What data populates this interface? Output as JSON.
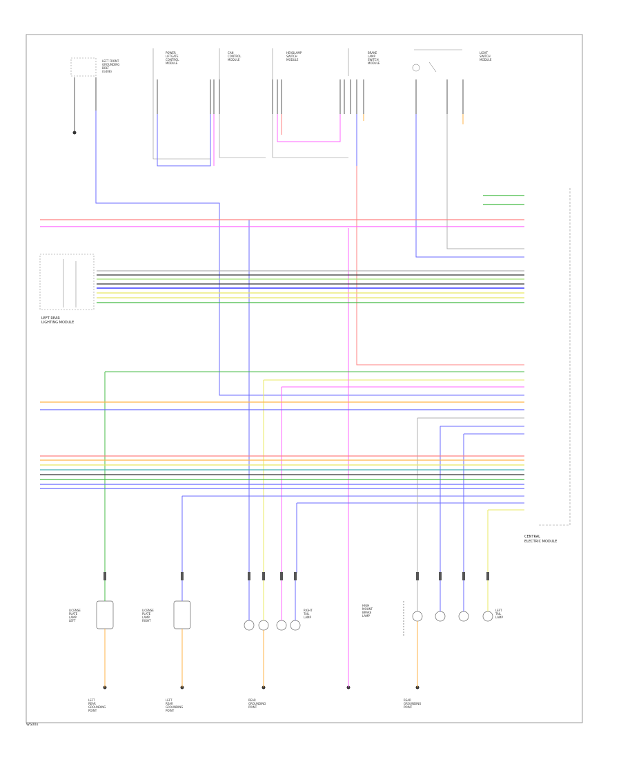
{
  "footer_code": "WS00x",
  "components_top": [
    {
      "id": "lbcm",
      "label": "LEFT FRONT\nGROUNDING\nBOLT\n(G408)"
    },
    {
      "id": "cm1",
      "label": "POWER\nLIFTGATE\nCONTROL\nMODULE"
    },
    {
      "id": "cm2",
      "label": "CAN\nCONTROL\nMODULE"
    },
    {
      "id": "cm3",
      "label": "HEADLAMP\nSWITCH\nMODULE"
    },
    {
      "id": "cm4",
      "label": "BRAKE\nLAMP\nSWITCH\nMODULE"
    },
    {
      "id": "sw1",
      "label": "LIGHT\nSWITCH\nMODULE"
    }
  ],
  "ground_labels": [
    {
      "id": "g1",
      "label": "LEFT\nREAR\nGROUNDING\nPOINT"
    },
    {
      "id": "g2",
      "label": "LEFT\nREAR\nGROUNDING\nPOINT"
    },
    {
      "id": "g3",
      "label": "REAR\nGROUNDING\nPOINT"
    },
    {
      "id": "g4",
      "label": "REAR\nGROUNDING\nPOINT"
    }
  ],
  "lamp_labels": [
    {
      "id": "l1",
      "label": "LICENSE\nPLATE\nLAMP\nLEFT"
    },
    {
      "id": "l2",
      "label": "LICENSE\nPLATE\nLAMP\nRIGHT"
    },
    {
      "id": "l3",
      "label": "RIGHT\nTAIL\nLAMP"
    },
    {
      "id": "l4",
      "label": "HIGH\nMOUNT\nBRAKE\nLAMP"
    },
    {
      "id": "l5",
      "label": "LEFT\nTAIL\nLAMP"
    }
  ],
  "module_left_label": "LEFT\nREAR\nLIGHTING\nMODULE",
  "module_right_label": "CENTRAL\nELECTRIC\nMODULE",
  "colors": {
    "red": "#ff8080",
    "pink": "#ff66ff",
    "blue": "#6a6aff",
    "green": "#44bb44",
    "yellow": "#e8e860",
    "orange": "#ffb347",
    "gray": "#909090",
    "black": "#333333",
    "teal": "#40b0b0",
    "lightgreen": "#a0e070"
  }
}
